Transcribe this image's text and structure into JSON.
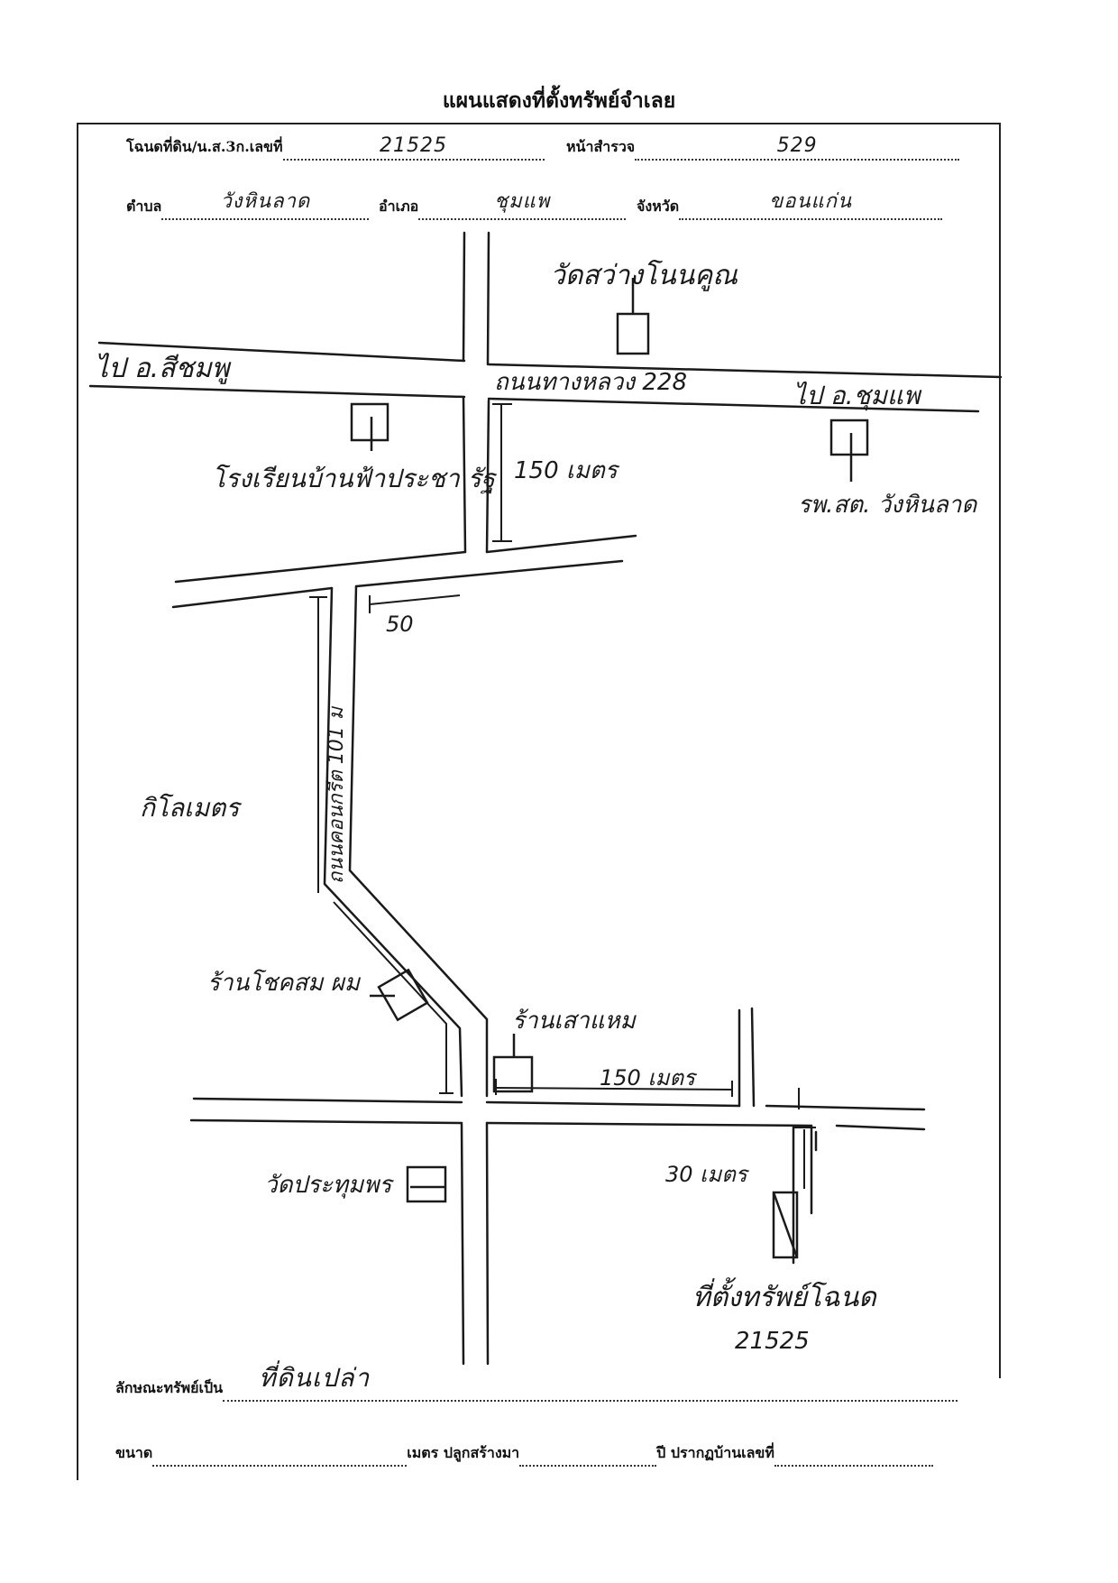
{
  "title": "แผนแสดงที่ตั้งทรัพย์จำเลย",
  "header": {
    "deed_label": "โฉนดที่ดิน/น.ส.3ก.เลขที่",
    "deed_value": "21525",
    "survey_page_label": "หน้าสำรวจ",
    "survey_page_value": "529",
    "subdistrict_label": "ตำบล",
    "subdistrict_value": "วังหินลาด",
    "district_label": "อำเภอ",
    "district_value": "ชุมแพ",
    "province_label": "จังหวัด",
    "province_value": "ขอนแก่น"
  },
  "map_labels": {
    "temple_north": "วัดสว่างโนนคูณ",
    "to_left": "ไป อ.สีชมพู",
    "highway": "ถนนทางหลวง 228",
    "to_right": "ไป อ.ชุมแพ",
    "school": "โรงเรียนบ้านฟ้าประชา รัฐ",
    "distance_150a": "150 เมตร",
    "hospital": "รพ.สต. วังหินลาด",
    "distance_50": "50",
    "road_vertical": "ถนนคอนกรีต 101 ม",
    "distance_left": "กิโลเมตร",
    "grocery_left": "ร้านโชคสม ผม",
    "shop_right": "ร้านเสาแหม",
    "distance_150b": "150 เมตร",
    "temple_south": "วัดประทุมพร",
    "distance_30": "30 เมตร",
    "property_location": "ที่ตั้งทรัพย์โฉนด",
    "property_number": "21525"
  },
  "footer": {
    "property_type_label": "ลักษณะทรัพย์เป็น",
    "property_type_value": "ที่ดินเปล่า",
    "size_label": "ขนาด",
    "meters_built_label": "เมตร ปลูกสร้างมา",
    "house_no_label": "ปี ปรากฏบ้านเลขที่",
    "size_value": "",
    "years_value": "",
    "house_no_value": ""
  }
}
